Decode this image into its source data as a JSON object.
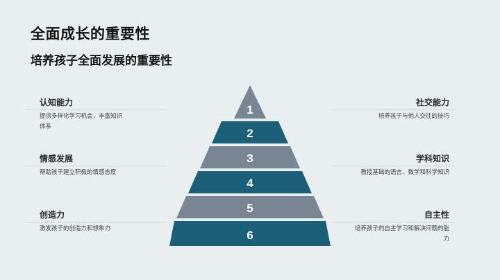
{
  "slide": {
    "title": "全面成长的重要性",
    "subtitle": "培养孩子全面发展的重要性"
  },
  "colors": {
    "background": "#e9eef1",
    "teal": "#1b5f79",
    "gray": "#7a8594",
    "divider": "#cfd4d8"
  },
  "pyramid": {
    "levels": [
      {
        "number": "1",
        "color": "gray"
      },
      {
        "number": "2",
        "color": "teal"
      },
      {
        "number": "3",
        "color": "gray"
      },
      {
        "number": "4",
        "color": "teal"
      },
      {
        "number": "5",
        "color": "gray"
      },
      {
        "number": "6",
        "color": "teal"
      }
    ]
  },
  "left_items": [
    {
      "title": "认知能力",
      "desc": "提供多样化学习机会，丰富知识体系"
    },
    {
      "title": "情感发展",
      "desc": "帮助孩子建立积极的情感态度"
    },
    {
      "title": "创造力",
      "desc": "激发孩子的创造力和想象力"
    }
  ],
  "right_items": [
    {
      "title": "社交能力",
      "desc": "培养孩子与他人交往的技巧"
    },
    {
      "title": "学科知识",
      "desc": "教授基础的语言、数学和科学知识"
    },
    {
      "title": "自主性",
      "desc": "培养孩子的自主学习和解决问题的能力"
    }
  ]
}
